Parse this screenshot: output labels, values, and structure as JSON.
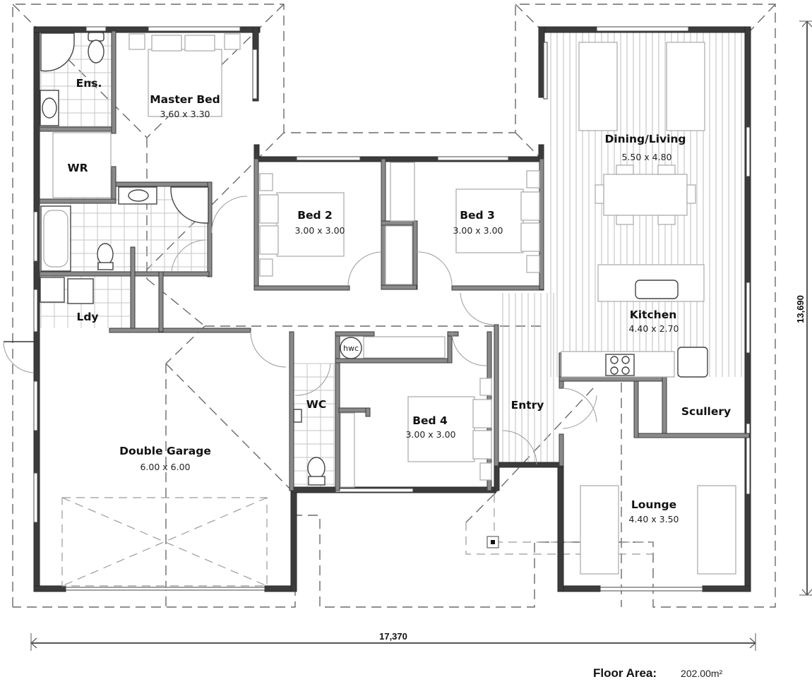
{
  "plan": {
    "rooms": [
      {
        "id": "ensuite",
        "name": "Ens.",
        "size": null
      },
      {
        "id": "master-bed",
        "name": "Master Bed",
        "size": "3.60 x 3.30"
      },
      {
        "id": "wr",
        "name": "WR",
        "size": null
      },
      {
        "id": "laundry",
        "name": "Ldy",
        "size": null
      },
      {
        "id": "bed-2",
        "name": "Bed 2",
        "size": "3.00 x 3.00"
      },
      {
        "id": "bed-3",
        "name": "Bed 3",
        "size": "3.00 x 3.00"
      },
      {
        "id": "dining-living",
        "name": "Dining/Living",
        "size": "5.50 x 4.80"
      },
      {
        "id": "kitchen",
        "name": "Kitchen",
        "size": "4.40 x 2.70"
      },
      {
        "id": "scullery",
        "name": "Scullery",
        "size": null
      },
      {
        "id": "entry",
        "name": "Entry",
        "size": null
      },
      {
        "id": "bed-4",
        "name": "Bed 4",
        "size": "3.00 x 3.00"
      },
      {
        "id": "wc",
        "name": "WC",
        "size": null
      },
      {
        "id": "double-garage",
        "name": "Double Garage",
        "size": "6.00 x 6.00"
      },
      {
        "id": "lounge",
        "name": "Lounge",
        "size": "4.40 x 3.50"
      }
    ],
    "fixtures": {
      "hwc_label": "hwc"
    },
    "dimensions": {
      "width": "17,370",
      "depth": "13,690"
    }
  },
  "footer": {
    "floor_area_label": "Floor Area:",
    "floor_area_value": "202.00m²"
  },
  "colors": {
    "wall_interior": "#8a8a8a",
    "wall_exterior": "#3c3c3c",
    "furniture": "#a8a8a8"
  }
}
